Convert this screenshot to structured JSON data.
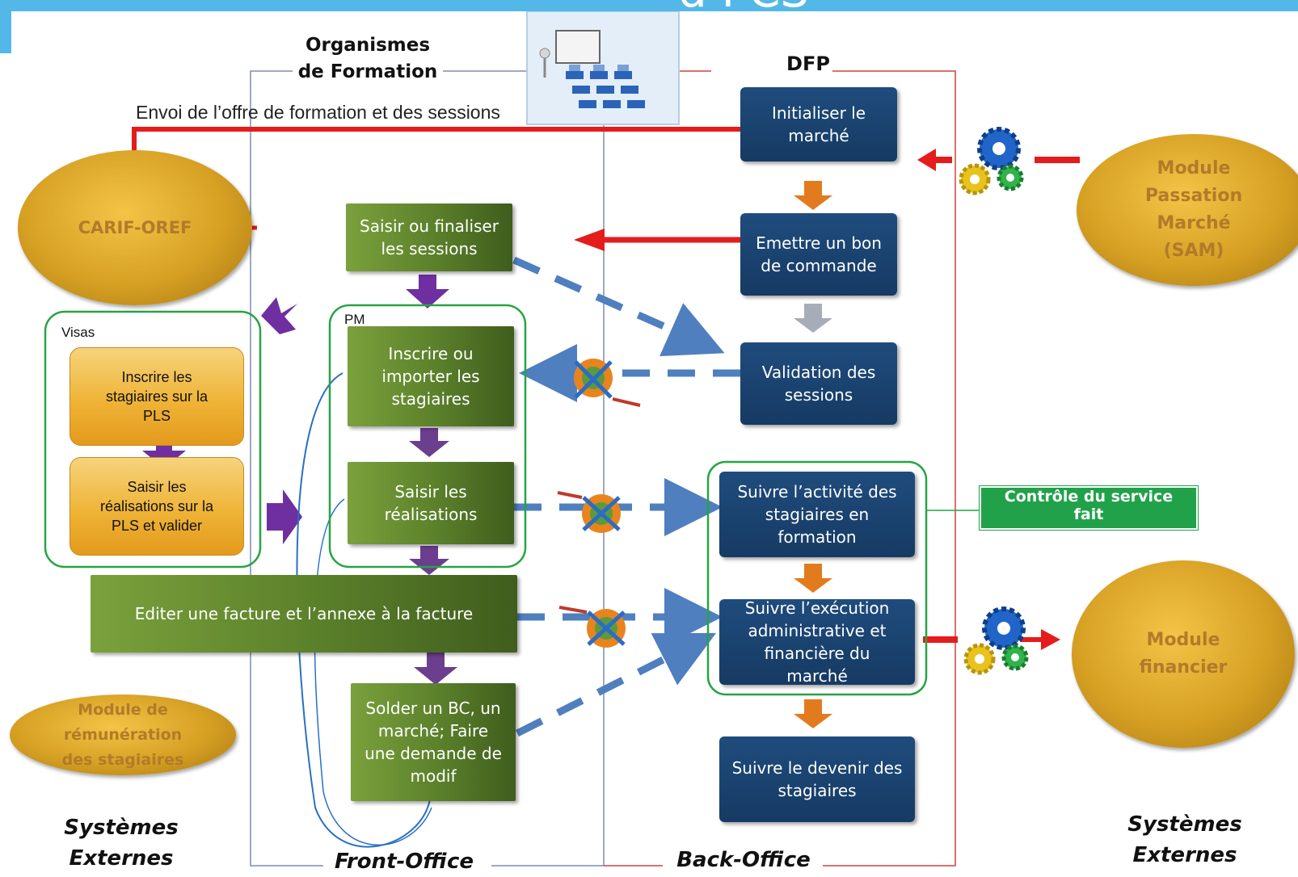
{
  "sections": {
    "organismes": "Organismes\nde Formation",
    "dfp": "DFP",
    "front_office": "Front-Office",
    "back_office": "Back-Office",
    "systemes_gauche": "Systèmes\nExternes",
    "systemes_droite": "Systèmes\nExternes"
  },
  "labels": {
    "envoi": "Envoi de l’offre de formation et des sessions",
    "visas": "Visas",
    "pm": "PM",
    "header_fragment": "d PCS"
  },
  "ellipses": {
    "carif": "CARIF-OREF",
    "sam": "Module\nPassation\nMarché\n(SAM)",
    "financier": "Module\nfinancier",
    "remuneration": "Module de\nrémunération\ndes stagiaires"
  },
  "dfp_boxes": {
    "initialiser": "Initialiser le\nmarché",
    "emettre": "Emettre un bon\nde commande",
    "validation": "Validation des\nsessions",
    "suivre_activite": "Suivre l’activité des\nstagiaires en\nformation",
    "suivre_execution": "Suivre l’exécution\nadministrative et\nfinancière du\nmarché",
    "suivre_devenir": "Suivre le devenir des\nstagiaires"
  },
  "fo_boxes": {
    "saisir_sessions": "Saisir ou finaliser\nles sessions",
    "inscrire": "Inscrire ou\nimporter   les\nstagiaires",
    "saisir_realisations": "Saisir les\nréalisations",
    "editer_facture": "Editer une facture et l’annexe à la facture",
    "solder": "Solder un BC, un\nmarché; Faire\nune demande de\nmodif"
  },
  "visas_boxes": {
    "inscrire_pls": "Inscrire les\nstagiaires sur la\nPLS",
    "saisir_pls": "Saisir les\nréalisations sur la\nPLS et valider"
  },
  "controle": "Contrôle du service\nfait",
  "colors": {
    "navy": "#1d4677",
    "green": "#5f842b",
    "orange": "#f0b43a",
    "red": "#e41c1c",
    "purple": "#6f2fa0",
    "arrow_orange": "#e27b1e",
    "dash_blue": "#4f7fbf",
    "frame_green": "#27a444",
    "header_blue": "#53b8e8"
  },
  "icons": [
    "gears-icon",
    "exchange-icon",
    "classroom-image"
  ]
}
